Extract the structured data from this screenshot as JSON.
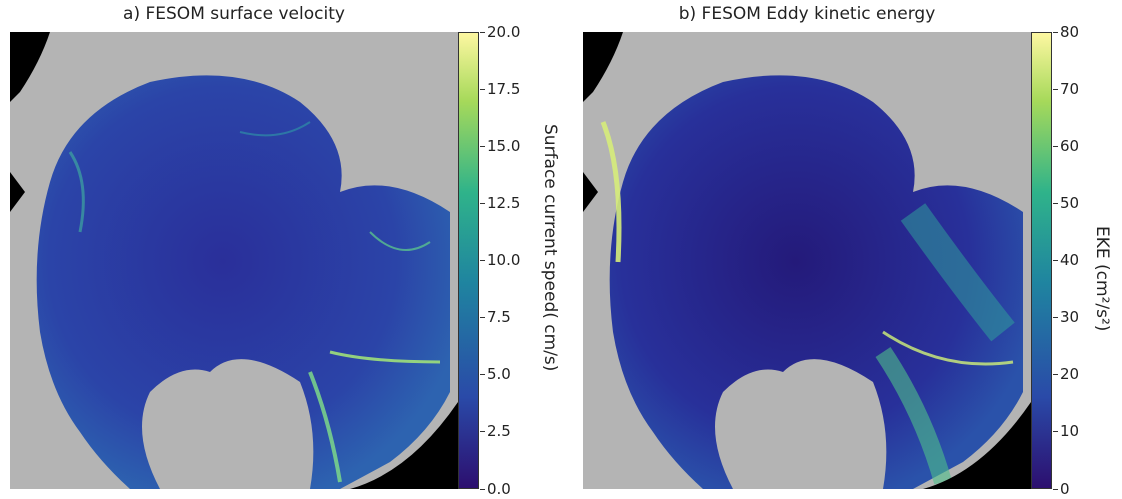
{
  "panels": [
    {
      "title": "a) FESOM surface velocity",
      "colorbar": {
        "label": "Surface current speed( cm/s)",
        "ticks": [
          "0.0",
          "2.5",
          "5.0",
          "7.5",
          "10.0",
          "12.5",
          "15.0",
          "17.5",
          "20.0"
        ],
        "range": [
          0,
          20
        ]
      }
    },
    {
      "title": "b) FESOM Eddy kinetic energy",
      "colorbar": {
        "label": "EKE (cm²/s²)",
        "ticks": [
          "0",
          "10",
          "20",
          "30",
          "40",
          "50",
          "60",
          "70",
          "80"
        ],
        "range": [
          0,
          80
        ]
      }
    }
  ],
  "colormap": [
    "#2c0f6f",
    "#2a4aa8",
    "#1f84a0",
    "#2fb38a",
    "#a6d95a",
    "#fdf7a1"
  ],
  "colors": {
    "land": "#b4b4b4",
    "no_data": "#000000"
  }
}
